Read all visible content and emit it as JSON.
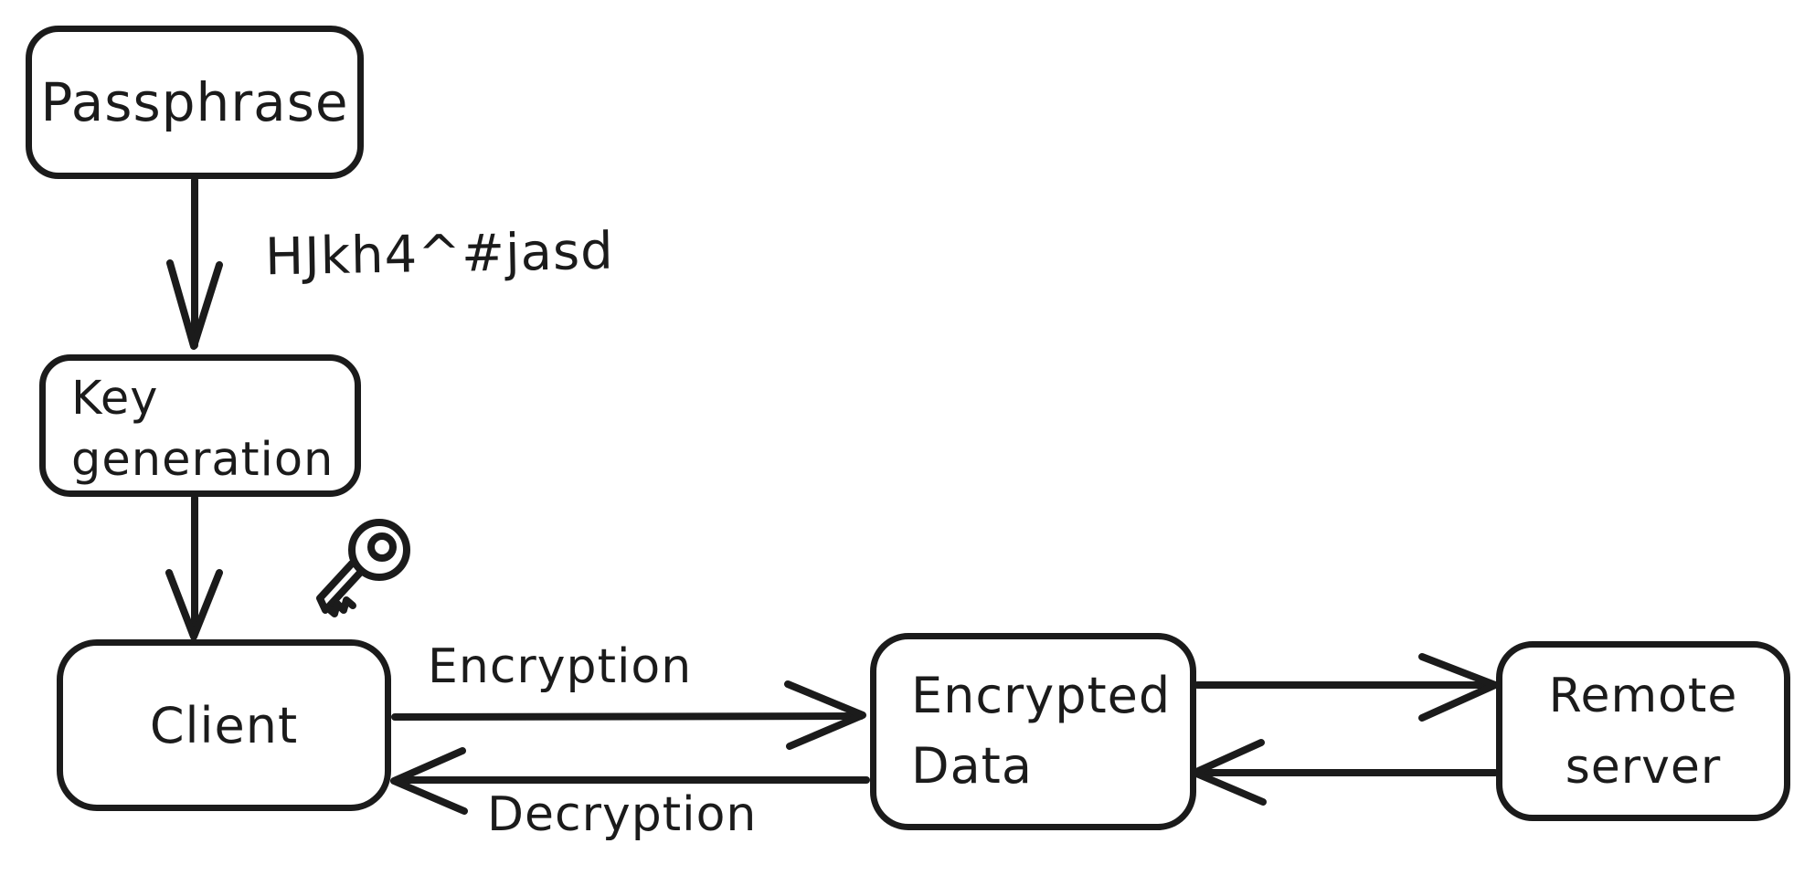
{
  "colors": {
    "ink": "#1b1b1b",
    "background": "#ffffff"
  },
  "nodes": {
    "passphrase": {
      "label": "Passphrase"
    },
    "key_generation": {
      "line1": "Key",
      "line2": "generation"
    },
    "client": {
      "label": "Client"
    },
    "encrypted_data": {
      "line1": "Encrypted",
      "line2": "Data"
    },
    "remote_server": {
      "line1": "Remote",
      "line2": "server"
    }
  },
  "edges": {
    "passphrase_to_key_generation": {
      "from": "passphrase",
      "to": "key_generation",
      "label": "HJkh4^#jasd"
    },
    "key_generation_to_client": {
      "from": "key_generation",
      "to": "client",
      "label": ""
    },
    "client_to_encrypted_data": {
      "from": "client",
      "to": "encrypted_data",
      "label": "Encryption"
    },
    "encrypted_data_to_client": {
      "from": "encrypted_data",
      "to": "client",
      "label": "Decryption"
    },
    "encrypted_data_to_remote_server": {
      "from": "encrypted_data",
      "to": "remote_server",
      "label": ""
    },
    "remote_server_to_encrypted_data": {
      "from": "remote_server",
      "to": "encrypted_data",
      "label": ""
    }
  },
  "icons": {
    "key": "key-icon"
  }
}
